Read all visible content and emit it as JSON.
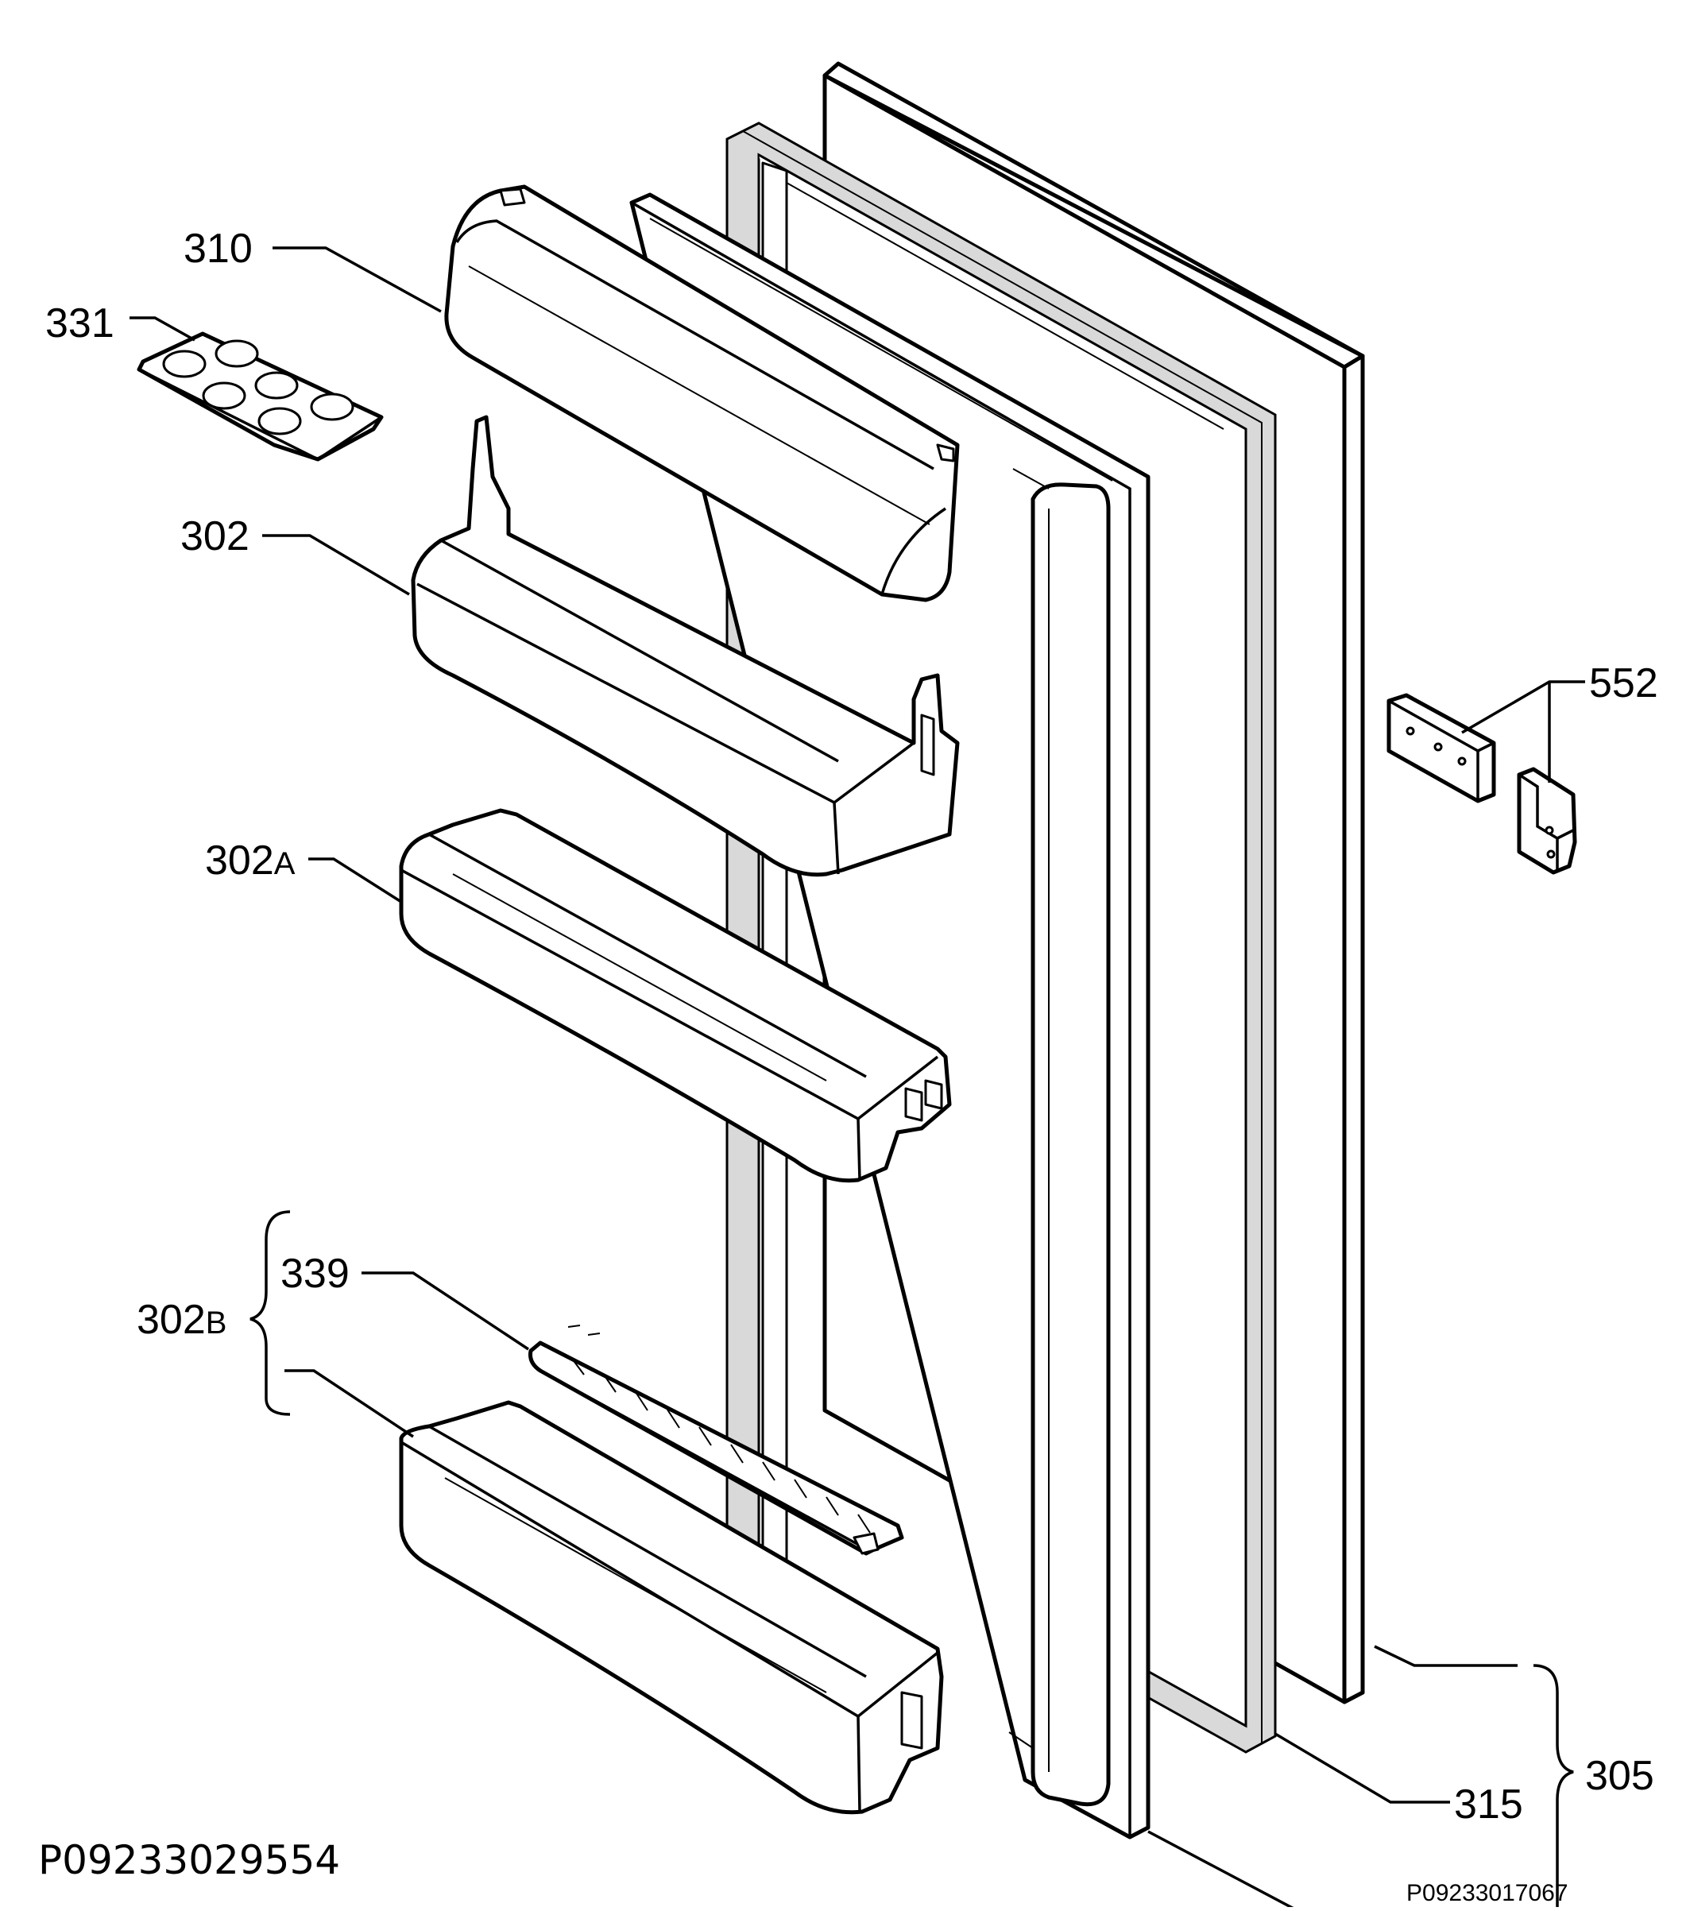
{
  "labels": {
    "p310": "310",
    "p331": "331",
    "p302": "302",
    "p302a_num": "302",
    "p302a_suf": "A",
    "p339": "339",
    "p302b_num": "302",
    "p302b_suf": "B",
    "p552": "552",
    "p315": "315",
    "p305": "305"
  },
  "codes": {
    "left": "P09233029554",
    "right": "P09233017067"
  }
}
